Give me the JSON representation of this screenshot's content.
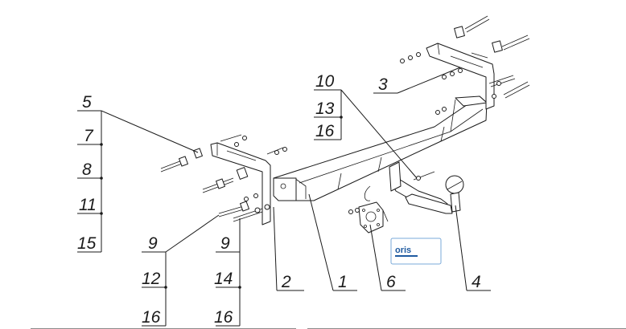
{
  "callouts": {
    "c1": "1",
    "c2": "2",
    "c3": "3",
    "c4": "4",
    "c5": "5",
    "c6": "6",
    "c7": "7",
    "c8": "8",
    "c9a": "9",
    "c9b": "9",
    "c10": "10",
    "c11": "11",
    "c12": "12",
    "c13": "13",
    "c14a": "14",
    "c15": "15",
    "c16a": "16",
    "c16b": "16",
    "c16c": "16"
  },
  "logo": {
    "brand": "oris",
    "brand_color": "#1f5aa0",
    "border_color": "#7aa9d8"
  },
  "colors": {
    "ink": "#1a1a1a",
    "background": "#ffffff"
  }
}
